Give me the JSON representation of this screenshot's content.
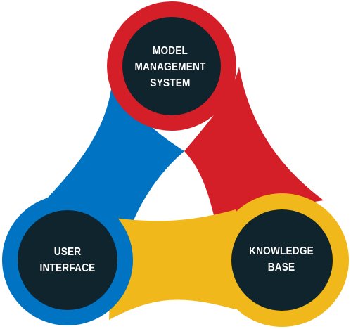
{
  "colors": {
    "red": "#d41e28",
    "blue": "#0073c2",
    "yellow": "#f0b81b",
    "node_fill": "#10242d",
    "text": "#ffffff"
  },
  "nodes": {
    "top": {
      "lines": [
        "MODEL",
        "MANAGEMENT",
        "SYSTEM"
      ]
    },
    "left": {
      "lines": [
        "USER",
        "INTERFACE"
      ]
    },
    "right": {
      "lines": [
        "KNOWLEDGE",
        "BASE"
      ]
    }
  }
}
